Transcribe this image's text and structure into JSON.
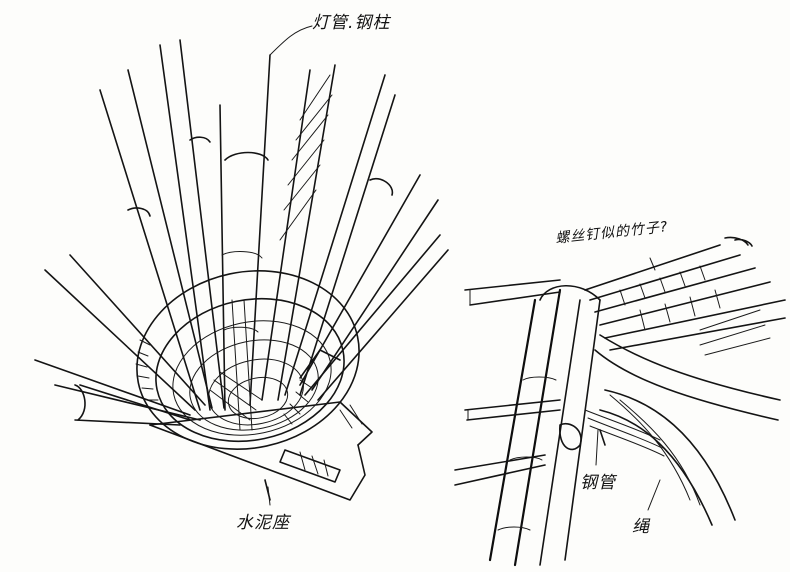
{
  "annotations": {
    "top": "灯管.钢柱",
    "base": "水泥座",
    "screw": "螺丝钉似的竹子?",
    "steel": "钢管",
    "rope": "绳"
  },
  "colors": {
    "ink": "#141414",
    "paper": "#fdfdfb"
  }
}
